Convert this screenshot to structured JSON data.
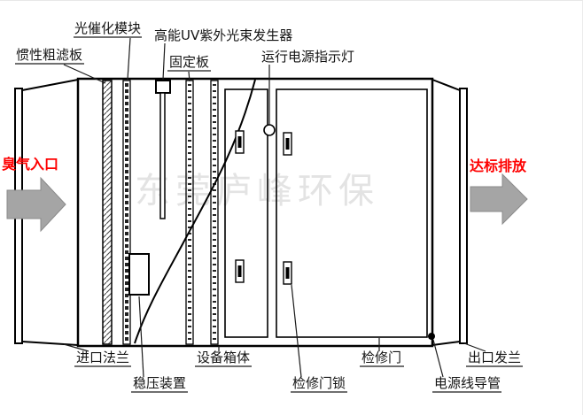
{
  "diagram": {
    "watermark": "东莞庐峰环保",
    "colors": {
      "flow": "#fe0000",
      "watermark": "#c8c8c8",
      "arrow": "#a5a5a5",
      "line": "#000000"
    },
    "labels": {
      "photocatalytic_module": "光催化模块",
      "uv_generator": "高能UV紫外光束发生器",
      "inertial_filter": "惯性粗滤板",
      "fixing_plate": "固定板",
      "power_indicator": "运行电源指示灯",
      "gas_inlet": "臭气入口",
      "discharge": "达标排放",
      "inlet_flange": "进口法兰",
      "stabilizer": "稳压装置",
      "cabinet": "设备箱体",
      "door_lock": "检修门锁",
      "access_door": "检修门",
      "power_conduit": "电源线导管",
      "outlet_flange": "出口发兰"
    }
  }
}
